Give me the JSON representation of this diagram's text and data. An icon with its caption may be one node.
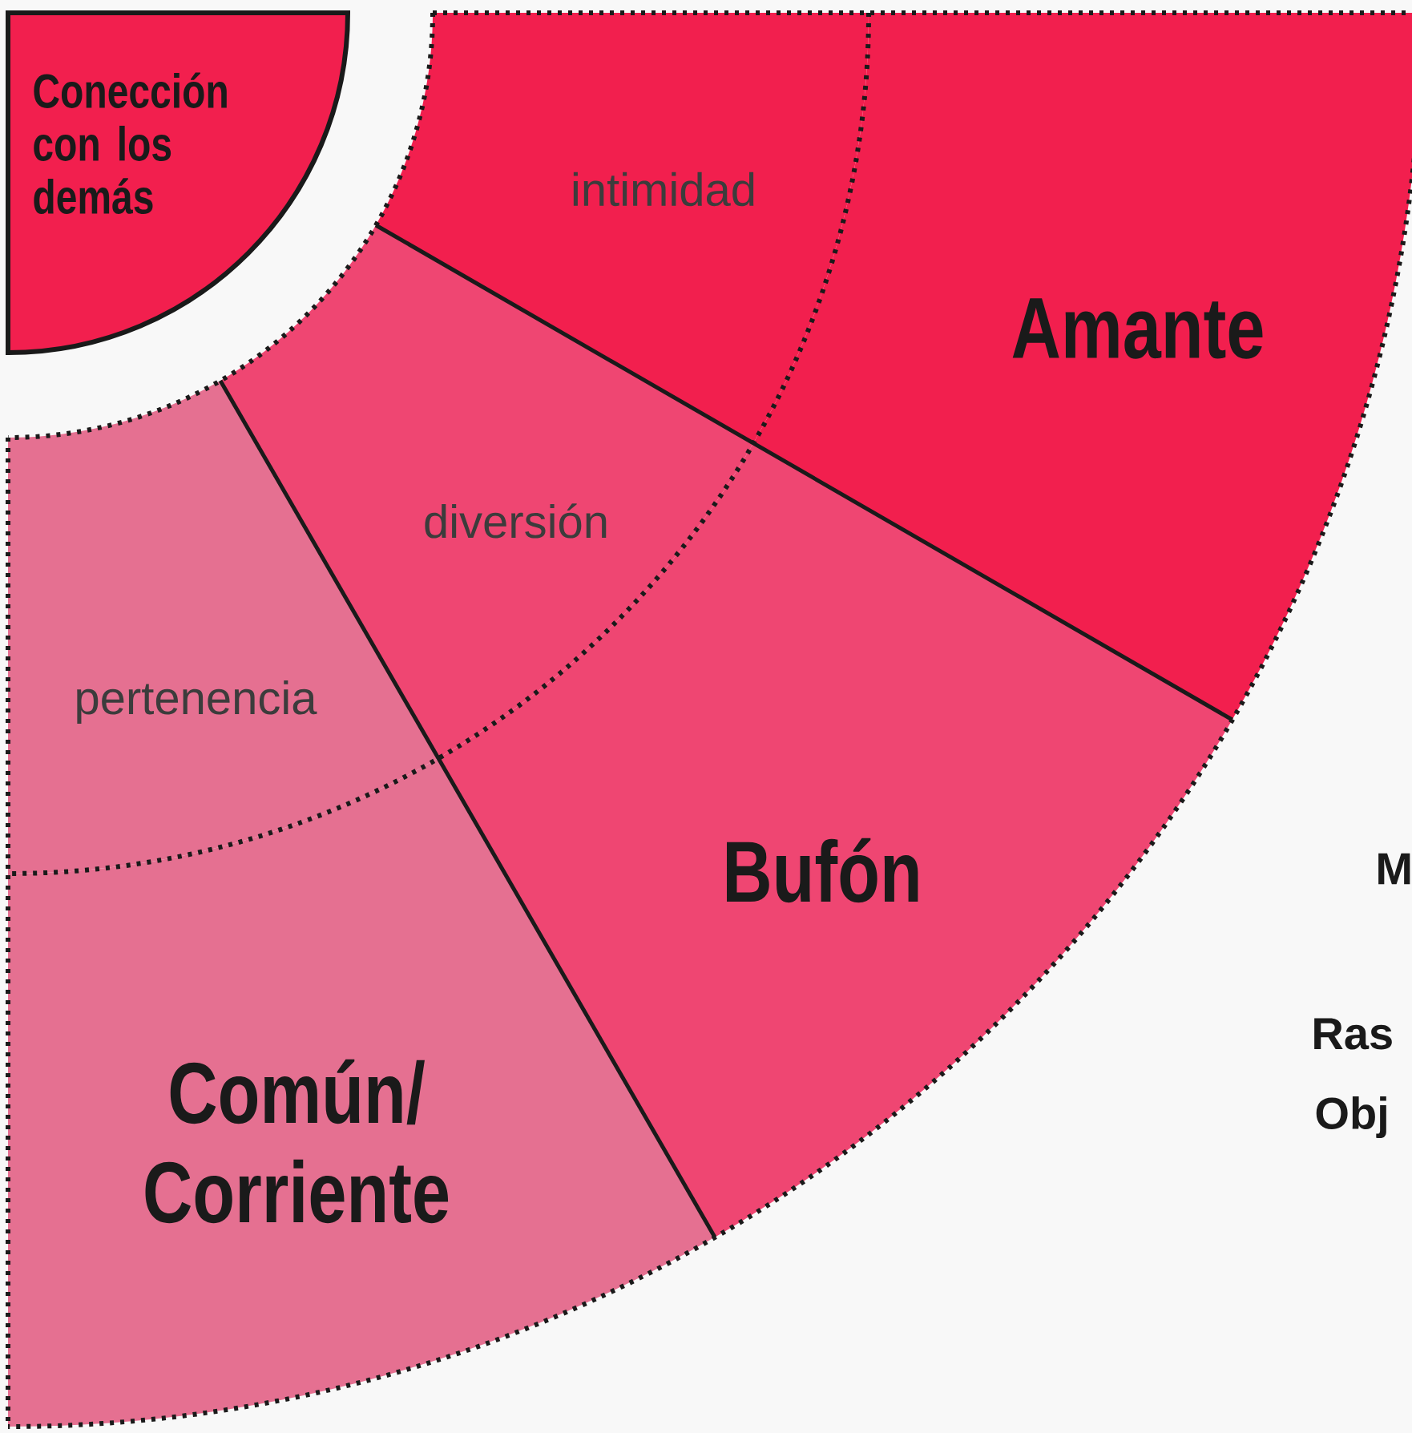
{
  "diagram": {
    "nodes": [
      {
        "text": [
          "Conección con los demás"
        ]
      },
      {
        "text": [
          "intimidad"
        ]
      },
      {
        "text": [
          "Amante"
        ]
      },
      {
        "text": [
          "diversión"
        ]
      },
      {
        "text": [
          "Bufón"
        ]
      },
      {
        "text": [
          "pertenencia"
        ]
      },
      {
        "text": [
          "Común/ Corriente"
        ]
      }
    ],
    "labels": [
      "M",
      "Ras",
      "Obj"
    ]
  }
}
